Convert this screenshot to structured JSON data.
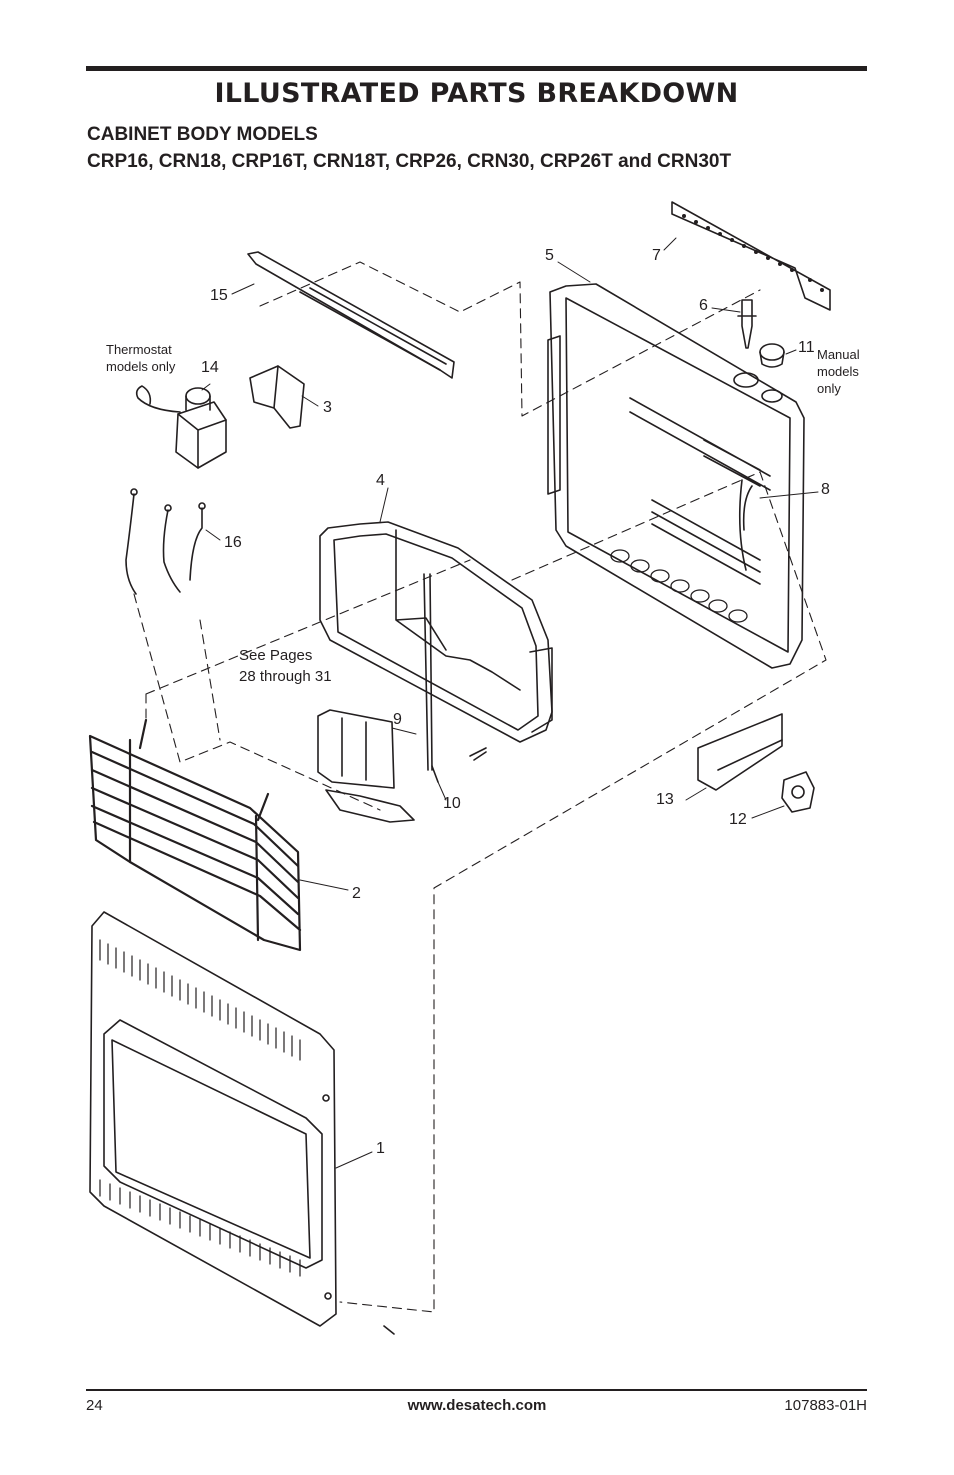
{
  "header": {
    "title": "ILLUSTRATED PARTS BREAKDOWN",
    "subtitle_line1": "CABINET BODY MODELS",
    "subtitle_line2": "CRP16, CRN18, CRP16T, CRN18T, CRP26, CRN30, CRP26T and CRN30T"
  },
  "callouts": {
    "c1": "1",
    "c2": "2",
    "c3": "3",
    "c4": "4",
    "c5": "5",
    "c6": "6",
    "c7": "7",
    "c8": "8",
    "c9": "9",
    "c10": "10",
    "c11": "11",
    "c12": "12",
    "c13": "13",
    "c14": "14",
    "c15": "15",
    "c16": "16"
  },
  "notes": {
    "thermostat_line1": "Thermostat",
    "thermostat_line2": "models only",
    "manual_line1": "Manual",
    "manual_line2": "models",
    "manual_line3": "only",
    "see_pages_line1": "See Pages",
    "see_pages_line2": "28 through 31"
  },
  "footer": {
    "page_number": "24",
    "website": "www.desatech.com",
    "doc_number": "107883-01H"
  }
}
